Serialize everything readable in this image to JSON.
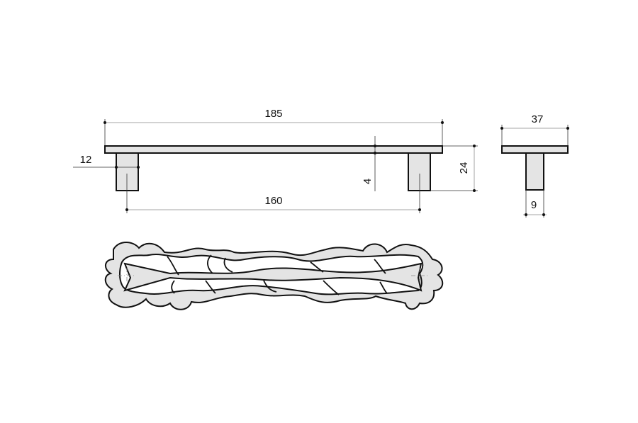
{
  "drawing": {
    "front_view": {
      "overall_length": "185",
      "hole_spacing": "160",
      "post_width": "12",
      "bar_thickness": "4",
      "overall_height": "24"
    },
    "side_view": {
      "bar_width": "37",
      "post_diameter": "9"
    }
  }
}
